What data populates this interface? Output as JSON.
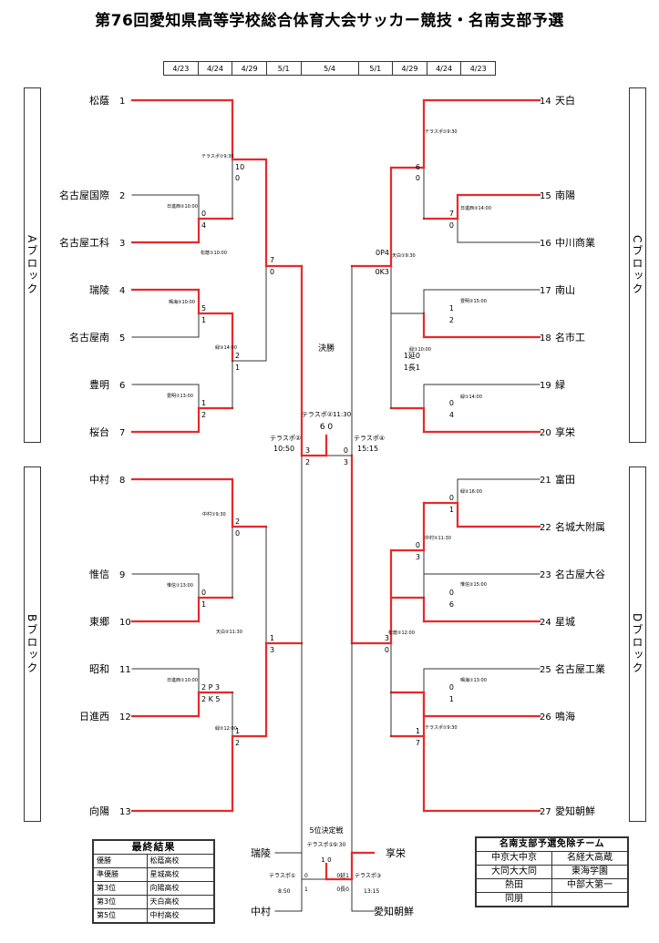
{
  "title": "第76回愛知県高等学校総合体育大会サッカー競技・名南支部予選",
  "dates": [
    "4/23",
    "4/24",
    "4/29",
    "5/1",
    "5/4",
    "5/1",
    "4/29",
    "4/24",
    "4/23"
  ],
  "blocks": {
    "A": "Aブロック",
    "B": "Bブロック",
    "C": "Cブロック",
    "D": "Dブロック"
  },
  "teams_left": [
    {
      "num": "1",
      "name": "松蔭"
    },
    {
      "num": "2",
      "name": "名古屋国際"
    },
    {
      "num": "3",
      "name": "名古屋工科"
    },
    {
      "num": "4",
      "name": "瑞陵"
    },
    {
      "num": "5",
      "name": "名古屋南"
    },
    {
      "num": "6",
      "name": "豊明"
    },
    {
      "num": "7",
      "name": "桜台"
    },
    {
      "num": "8",
      "name": "中村"
    },
    {
      "num": "9",
      "name": "惟信"
    },
    {
      "num": "10",
      "name": "東郷"
    },
    {
      "num": "11",
      "name": "昭和"
    },
    {
      "num": "12",
      "name": "日進西"
    },
    {
      "num": "13",
      "name": "向陽"
    }
  ],
  "teams_right": [
    {
      "num": "14",
      "name": "天白"
    },
    {
      "num": "15",
      "name": "南陽"
    },
    {
      "num": "16",
      "name": "中川商業"
    },
    {
      "num": "17",
      "name": "南山"
    },
    {
      "num": "18",
      "name": "名市工"
    },
    {
      "num": "19",
      "name": "緑"
    },
    {
      "num": "20",
      "name": "享栄"
    },
    {
      "num": "21",
      "name": "富田"
    },
    {
      "num": "22",
      "name": "名城大附属"
    },
    {
      "num": "23",
      "name": "名古屋大谷"
    },
    {
      "num": "24",
      "name": "星城"
    },
    {
      "num": "25",
      "name": "名古屋工業"
    },
    {
      "num": "26",
      "name": "鳴海"
    },
    {
      "num": "27",
      "name": "愛知朝鮮"
    }
  ],
  "venues_left": [
    "テラスポ①9:30",
    "日進西②10:00",
    "松蔭①10:00",
    "鳴海②10:00",
    "緑③14:00",
    "豊明①13:00",
    "中村①9:30",
    "惟信①13:00",
    "天白②11:30",
    "日進西①10:00",
    "緑②12:00"
  ],
  "venues_right": [
    "テラスポ①9:30",
    "日進西③14:00",
    "天白①9:30",
    "豊明②15:00",
    "緑①10:00",
    "緑①14:00",
    "緑②16:00",
    "中村②11:30",
    "惟信②15:00",
    "松蔭②12:00",
    "鳴海①13:00",
    "テラスポ①9:30"
  ],
  "scores_left": [
    "10",
    "0",
    "0",
    "4",
    "7",
    "0",
    "5",
    "1",
    "2",
    "1",
    "1",
    "2",
    "2",
    "0",
    "0",
    "1",
    "1",
    "3",
    "2 P 3",
    "2 K 5",
    "1",
    "2"
  ],
  "scores_right": [
    "6",
    "0",
    "7",
    "0",
    "0P4",
    "0K3",
    "1",
    "2",
    "1延0",
    "1長1",
    "0",
    "4",
    "0",
    "1",
    "0",
    "3",
    "0",
    "6",
    "3",
    "0",
    "0",
    "1",
    "1",
    "7"
  ],
  "final": {
    "label": "決勝",
    "venue_left": "テラスポ②11:30",
    "score_line": "6 0",
    "left_time_label": "テラスポ②",
    "left_time": "10:50",
    "left_score_top": "3",
    "left_score_bottom": "2",
    "right_time_label": "テラスポ④",
    "right_time": "15:15",
    "right_score_top": "0",
    "right_score_bottom": "3"
  },
  "fifth": {
    "label": "5位決定戦",
    "venue": "テラスポ①9:30",
    "score": "1 0",
    "team_top_left": "瑞陵",
    "team_top_right": "享栄",
    "team_bottom_left": "中村",
    "team_bottom_right": "愛知朝鮮",
    "left_label": "テラスポ①",
    "left_time": "8:50",
    "right_label": "テラスポ③",
    "right_time": "13:15",
    "s1": "0",
    "s2": "1",
    "s3": "0延1",
    "s4": "0長0"
  },
  "final_results": {
    "title": "最終結果",
    "rows": [
      [
        "優勝",
        "松蔭高校"
      ],
      [
        "準優勝",
        "星城高校"
      ],
      [
        "第3位",
        "向陽高校"
      ],
      [
        "第3位",
        "天白高校"
      ],
      [
        "第5位",
        "中村高校"
      ]
    ]
  },
  "exempt": {
    "title": "名南支部予選免除チーム",
    "rows": [
      [
        "中京大中京",
        "名経大高蔵"
      ],
      [
        "大同大大同",
        "東海学園"
      ],
      [
        "熱田",
        "中部大第一"
      ],
      [
        "同朋",
        ""
      ]
    ]
  },
  "colors": {
    "win": "#e8292b",
    "line": "#333333"
  }
}
